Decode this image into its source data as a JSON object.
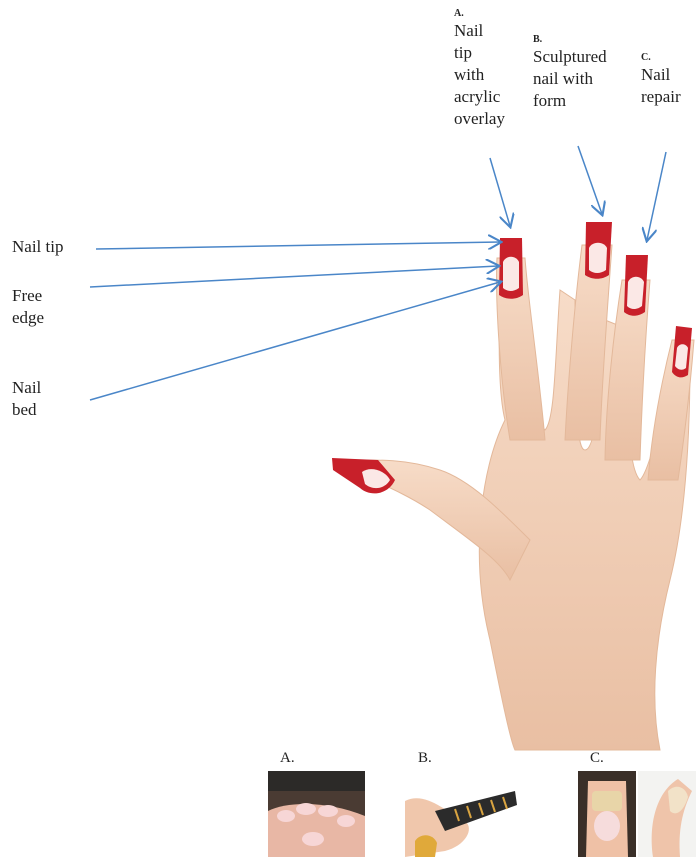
{
  "top_labels": [
    {
      "id": "A",
      "letter": "A.",
      "lines": [
        "Nail",
        "tip",
        "with",
        "acrylic",
        "overlay"
      ]
    },
    {
      "id": "B",
      "letter": "B.",
      "lines": [
        "Sculptured",
        "nail with",
        "form"
      ]
    },
    {
      "id": "C",
      "letter": "C.",
      "lines": [
        "Nail",
        "repair"
      ]
    }
  ],
  "side_labels": [
    {
      "id": "nail_tip",
      "lines": [
        "Nail tip"
      ]
    },
    {
      "id": "free_edge",
      "lines": [
        "Free",
        "edge"
      ]
    },
    {
      "id": "nail_bed",
      "lines": [
        "Nail",
        "bed"
      ]
    }
  ],
  "thumbnails": [
    {
      "letter": "A."
    },
    {
      "letter": "B."
    },
    {
      "letter": "C."
    }
  ],
  "colors": {
    "arrow": "#4a86c8",
    "skin": "#f2d0b8",
    "nail_red": "#c8202a"
  }
}
